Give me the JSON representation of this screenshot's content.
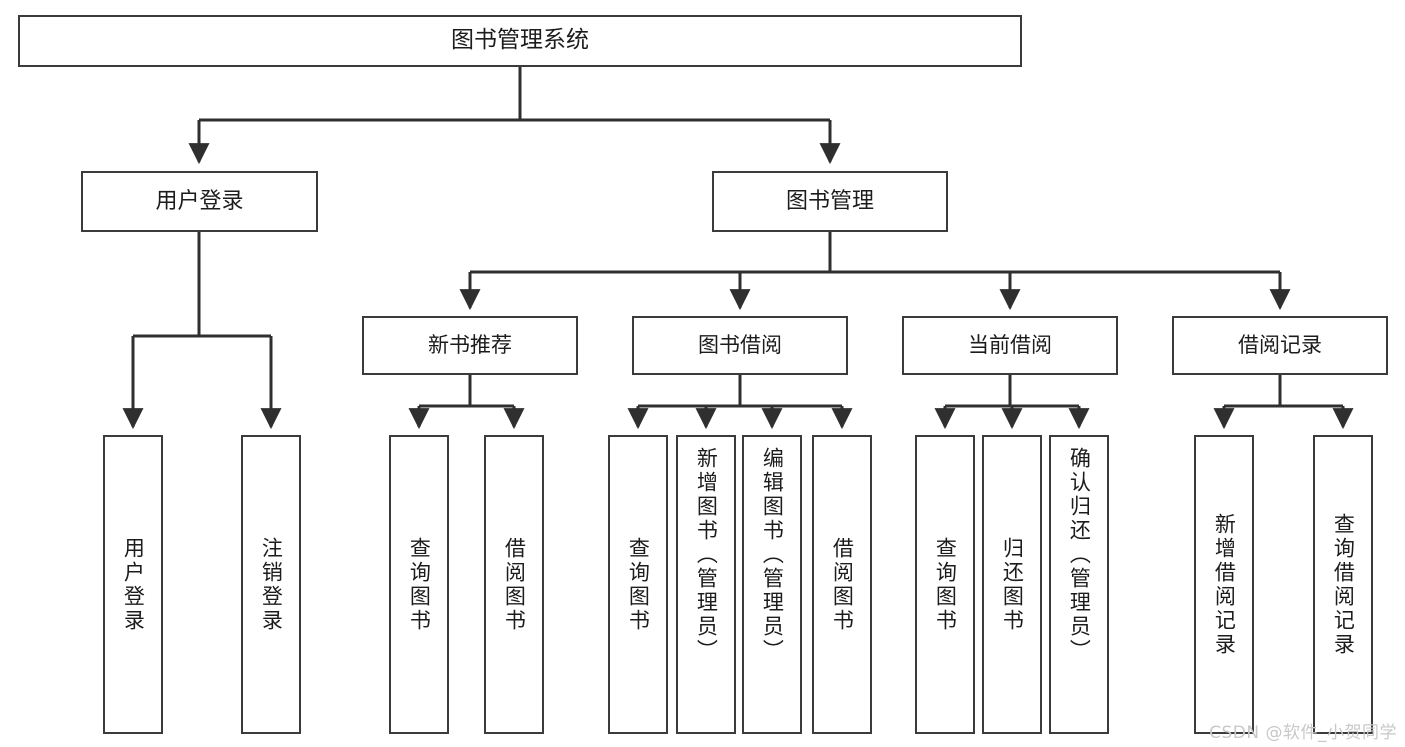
{
  "diagram": {
    "title": "图书管理系统",
    "type": "functional-structure-tree",
    "colors": {
      "background": "#ffffff",
      "box_border": "#3b3b3b",
      "box_fill": "#ffffff",
      "text": "#1c1c1c",
      "connector": "#2f2f2f",
      "watermark": "#c8c8c8"
    },
    "root": {
      "label": "图书管理系统"
    },
    "level1": [
      {
        "label": "用户登录"
      },
      {
        "label": "图书管理"
      }
    ],
    "level2": [
      {
        "label": "新书推荐"
      },
      {
        "label": "图书借阅"
      },
      {
        "label": "当前借阅"
      },
      {
        "label": "借阅记录"
      }
    ],
    "leaves": {
      "user_login": [
        {
          "label": "用户登录"
        },
        {
          "label": "注销登录"
        }
      ],
      "new_book": [
        {
          "label": "查询图书"
        },
        {
          "label": "借阅图书"
        }
      ],
      "book_borrow": [
        {
          "label": "查询图书"
        },
        {
          "label": "新增图书（管理员）"
        },
        {
          "label": "编辑图书（管理员）"
        },
        {
          "label": "借阅图书"
        }
      ],
      "current_borrow": [
        {
          "label": "查询图书"
        },
        {
          "label": "归还图书"
        },
        {
          "label": "确认归还（管理员）"
        }
      ],
      "borrow_record": [
        {
          "label": "新增借阅记录"
        },
        {
          "label": "查询借阅记录"
        }
      ]
    }
  },
  "watermark": {
    "text": "CSDN @软件_小贺同学"
  }
}
